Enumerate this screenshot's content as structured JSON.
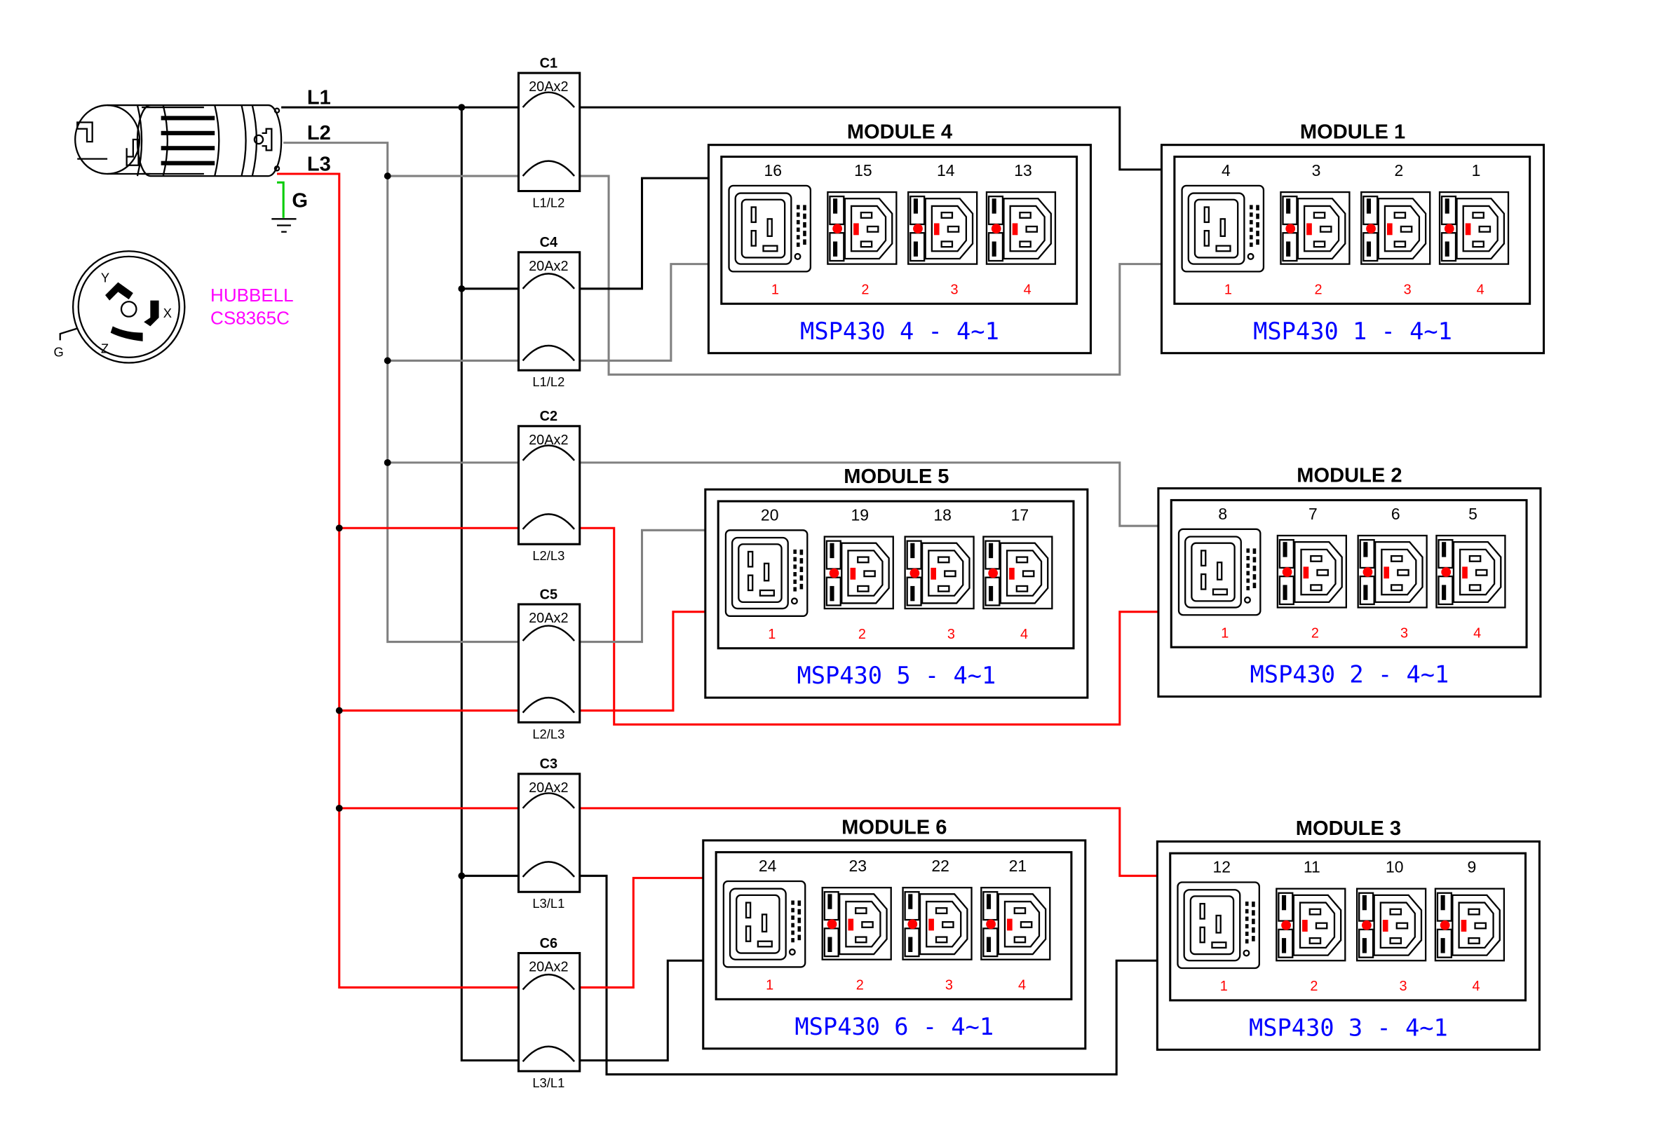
{
  "colors": {
    "L1": "#000000",
    "L2": "#808080",
    "L3": "#ff0000",
    "G": "#00cc00",
    "model_label": "#0000ff",
    "outlet_index": "#ff0000",
    "plug_label": "#ff00ff"
  },
  "plug": {
    "line_labels": {
      "L1": "L1",
      "L2": "L2",
      "L3": "L3",
      "G": "G"
    },
    "face_pins": {
      "X": "X",
      "Y": "Y",
      "Z": "Z",
      "G": "G"
    },
    "brand": "HUBBELL",
    "part_number": "CS8365C",
    "icons": [
      "plug-body-icon",
      "plug-face-icon",
      "ground-symbol-icon"
    ]
  },
  "breakers": [
    {
      "id": "C1",
      "rating": "20Ax2",
      "phases": "L1/L2"
    },
    {
      "id": "C4",
      "rating": "20Ax2",
      "phases": "L1/L2"
    },
    {
      "id": "C2",
      "rating": "20Ax2",
      "phases": "L2/L3"
    },
    {
      "id": "C5",
      "rating": "20Ax2",
      "phases": "L2/L3"
    },
    {
      "id": "C3",
      "rating": "20Ax2",
      "phases": "L3/L1"
    },
    {
      "id": "C6",
      "rating": "20Ax2",
      "phases": "L3/L1"
    }
  ],
  "modules": [
    {
      "title": "MODULE 4",
      "model": "MSP430 4 - 4~1",
      "outlet_numbers": [
        "16",
        "15",
        "14",
        "13"
      ],
      "outlet_index": [
        "1",
        "2",
        "3",
        "4"
      ],
      "fed_by": "C4"
    },
    {
      "title": "MODULE 1",
      "model": "MSP430 1 - 4~1",
      "outlet_numbers": [
        "4",
        "3",
        "2",
        "1"
      ],
      "outlet_index": [
        "1",
        "2",
        "3",
        "4"
      ],
      "fed_by": "C1"
    },
    {
      "title": "MODULE 5",
      "model": "MSP430 5 - 4~1",
      "outlet_numbers": [
        "20",
        "19",
        "18",
        "17"
      ],
      "outlet_index": [
        "1",
        "2",
        "3",
        "4"
      ],
      "fed_by": "C5"
    },
    {
      "title": "MODULE 2",
      "model": "MSP430 2 - 4~1",
      "outlet_numbers": [
        "8",
        "7",
        "6",
        "5"
      ],
      "outlet_index": [
        "1",
        "2",
        "3",
        "4"
      ],
      "fed_by": "C2"
    },
    {
      "title": "MODULE 6",
      "model": "MSP430 6 - 4~1",
      "outlet_numbers": [
        "24",
        "23",
        "22",
        "21"
      ],
      "outlet_index": [
        "1",
        "2",
        "3",
        "4"
      ],
      "fed_by": "C6"
    },
    {
      "title": "MODULE 3",
      "model": "MSP430 3 - 4~1",
      "outlet_numbers": [
        "12",
        "11",
        "10",
        "9"
      ],
      "outlet_index": [
        "1",
        "2",
        "3",
        "4"
      ],
      "fed_by": "C3"
    }
  ],
  "outlet_types": [
    "C19 inlet",
    "C13 outlet",
    "C13 outlet",
    "C13 outlet"
  ]
}
